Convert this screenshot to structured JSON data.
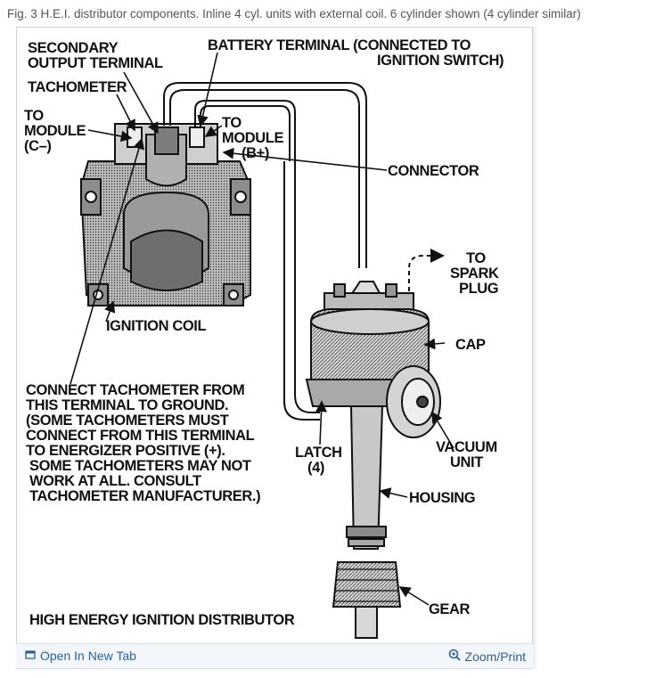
{
  "caption": "Fig. 3 H.E.I. distributor components. Inline 4 cyl. units with external coil. 6 cylinder shown (4 cylinder similar)",
  "labels": {
    "secondary_1": "SECONDARY",
    "secondary_2": "OUTPUT TERMINAL",
    "tachometer": "TACHOMETER",
    "to_module_c_1": "TO",
    "to_module_c_2": "MODULE",
    "to_module_c_3": "(C–)",
    "battery_1": "BATTERY TERMINAL (CONNECTED TO",
    "battery_2": "IGNITION SWITCH)",
    "to_module_b_1": "TO",
    "to_module_b_2": "MODULE",
    "to_module_b_3": "(B+)",
    "connector": "CONNECTOR",
    "to_spark_1": "TO",
    "to_spark_2": "SPARK",
    "to_spark_3": "PLUG",
    "ignition_coil": "IGNITION COIL",
    "cap": "CAP",
    "note_1": "CONNECT TACHOMETER FROM",
    "note_2": "THIS TERMINAL TO GROUND.",
    "note_3": "(SOME TACHOMETERS MUST",
    "note_4": "CONNECT FROM THIS TERMINAL",
    "note_5": "TO ENERGIZER POSITIVE (+).",
    "note_6": "SOME TACHOMETERS MAY NOT",
    "note_7": "WORK AT ALL. CONSULT",
    "note_8": "TACHOMETER MANUFACTURER.)",
    "latch_1": "LATCH",
    "latch_2": "(4)",
    "vacuum_1": "VACUUM",
    "vacuum_2": "UNIT",
    "housing": "HOUSING",
    "gear": "GEAR",
    "title": "HIGH ENERGY IGNITION DISTRIBUTOR"
  },
  "footer": {
    "open_label": "Open In New Tab",
    "zoom_label": "Zoom/Print"
  },
  "icons": {
    "open": "open-in-new-tab-icon",
    "zoom": "zoom-icon"
  },
  "colors": {
    "link": "#2d5e9a",
    "footer_bg": "#f3f6fa"
  }
}
